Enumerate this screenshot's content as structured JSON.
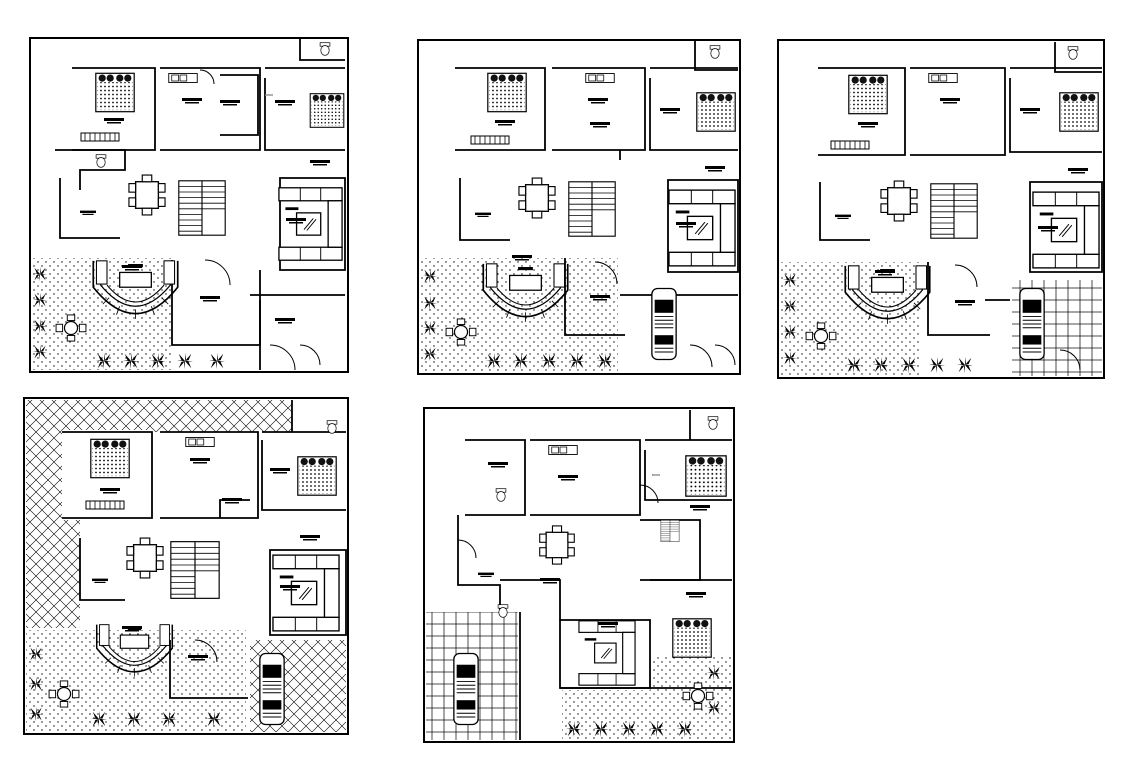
{
  "sheet": {
    "background": "#ffffff",
    "line_color": "#000000",
    "plans": [
      {
        "id": "plan-1",
        "variant": "A"
      },
      {
        "id": "plan-2",
        "variant": "B"
      },
      {
        "id": "plan-3",
        "variant": "C"
      },
      {
        "id": "plan-4",
        "variant": "D"
      },
      {
        "id": "plan-5",
        "variant": "E"
      }
    ]
  }
}
